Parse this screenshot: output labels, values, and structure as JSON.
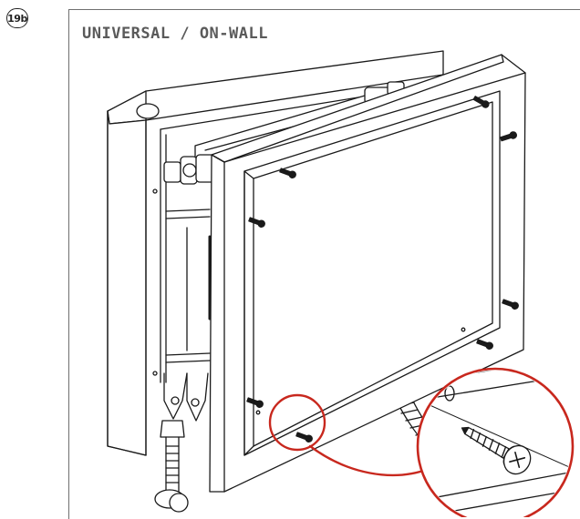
{
  "step": {
    "label": "19b"
  },
  "figure": {
    "title": "UNIVERSAL / ON-WALL"
  },
  "colors": {
    "line": "#1a1a1a",
    "highlight": "#c8281e",
    "rule": "#6f6f6f"
  },
  "screws": {
    "count": 9,
    "icon": "screw-icon"
  }
}
